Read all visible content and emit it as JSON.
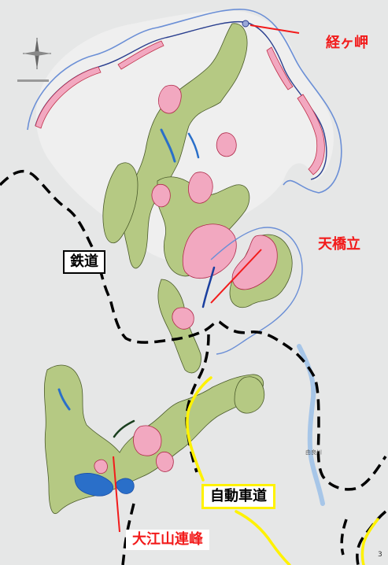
{
  "labels": {
    "cape": "経ヶ岬",
    "amanohashidate": "天橋立",
    "railway": "鉄道",
    "expressway": "自動車道",
    "mt_oe": "大江山連峰"
  },
  "page_number": "3",
  "river_label": "由良川",
  "colors": {
    "park_area": "#b5c983",
    "special_zone": "#f2a8c0",
    "coast_line": "#6b8fd6",
    "label_red": "#f21b1b",
    "expressway": "#fff200",
    "railway": "#000000"
  },
  "icons": {
    "compass": "compass-rose-icon"
  }
}
